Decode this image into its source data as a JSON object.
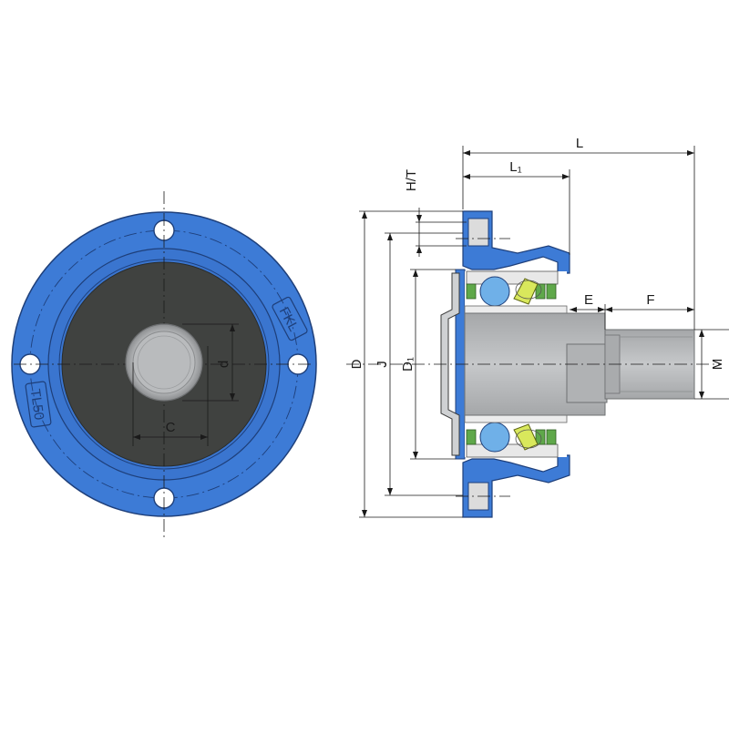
{
  "front_view": {
    "dim_c": "C",
    "dim_d": "d",
    "marking_brand": "FKL",
    "marking_model": "TL50"
  },
  "side_view": {
    "dim_L": "L",
    "dim_L1": "L₁",
    "dim_HT": "H/T",
    "dim_D": "D",
    "dim_J": "J",
    "dim_D1": "D₁",
    "dim_E": "E",
    "dim_F": "F",
    "dim_M": "M"
  },
  "colors": {
    "housing": "#3d7bd6",
    "housing_dark": "#1e3f7a",
    "seal": "#404240",
    "shaft": "#b5b7b9",
    "ball": "#6fb0e8",
    "cage": "#d9e85c",
    "seal_green": "#5fa84a"
  }
}
